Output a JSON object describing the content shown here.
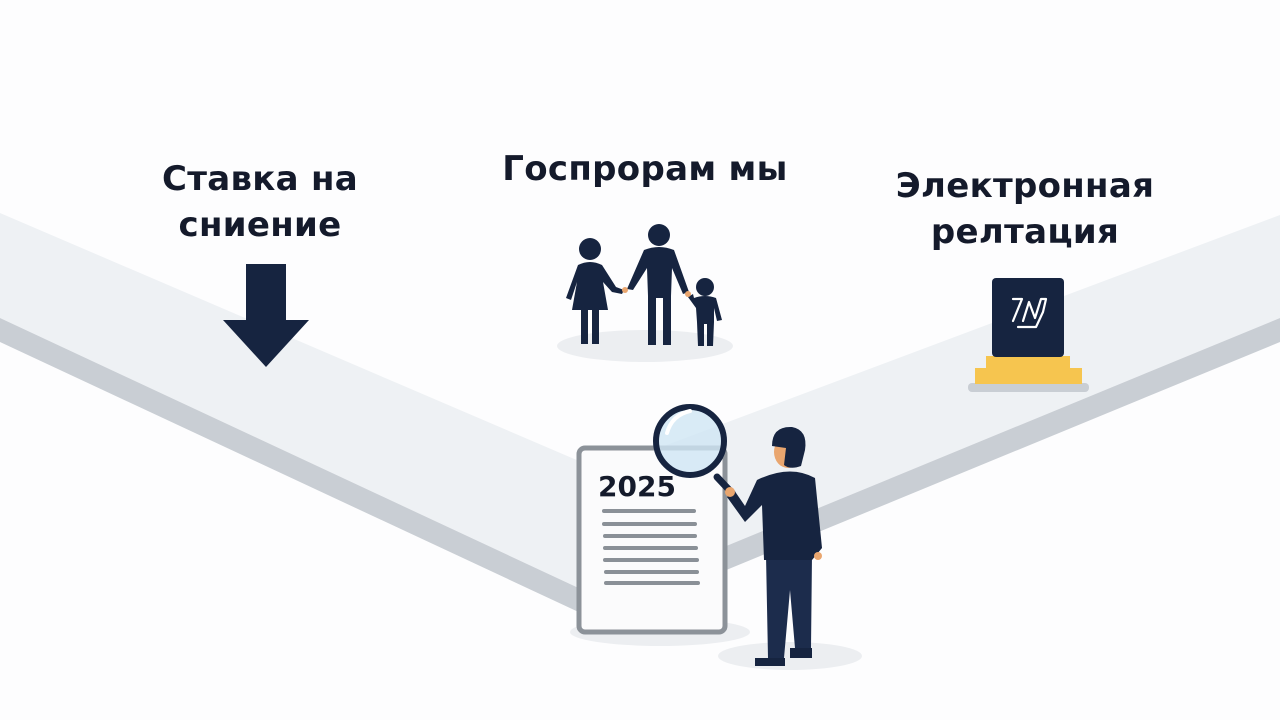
{
  "labels": {
    "rate": {
      "line1": "Ставка на",
      "line2": "сниение"
    },
    "gov_programs": {
      "line1": "Госпрорам мы"
    },
    "e_registration": {
      "line1": "Электронная",
      "line2": "релтация"
    }
  },
  "document": {
    "year": "2025"
  },
  "icons": {
    "rate": "down-arrow-icon",
    "gov_programs": "family-icon",
    "e_registration": "registry-monument-icon",
    "center": "person-with-magnifier-icon"
  },
  "colors": {
    "background": "#fdfdfe",
    "band_top": "#eef1f4",
    "band_edge": "#c9ced4",
    "navy": "#162440",
    "accent_yellow": "#f6c54f",
    "doc_border": "#8c9299",
    "doc_lines": "#8a9097",
    "lens": "#cfe6f4"
  }
}
